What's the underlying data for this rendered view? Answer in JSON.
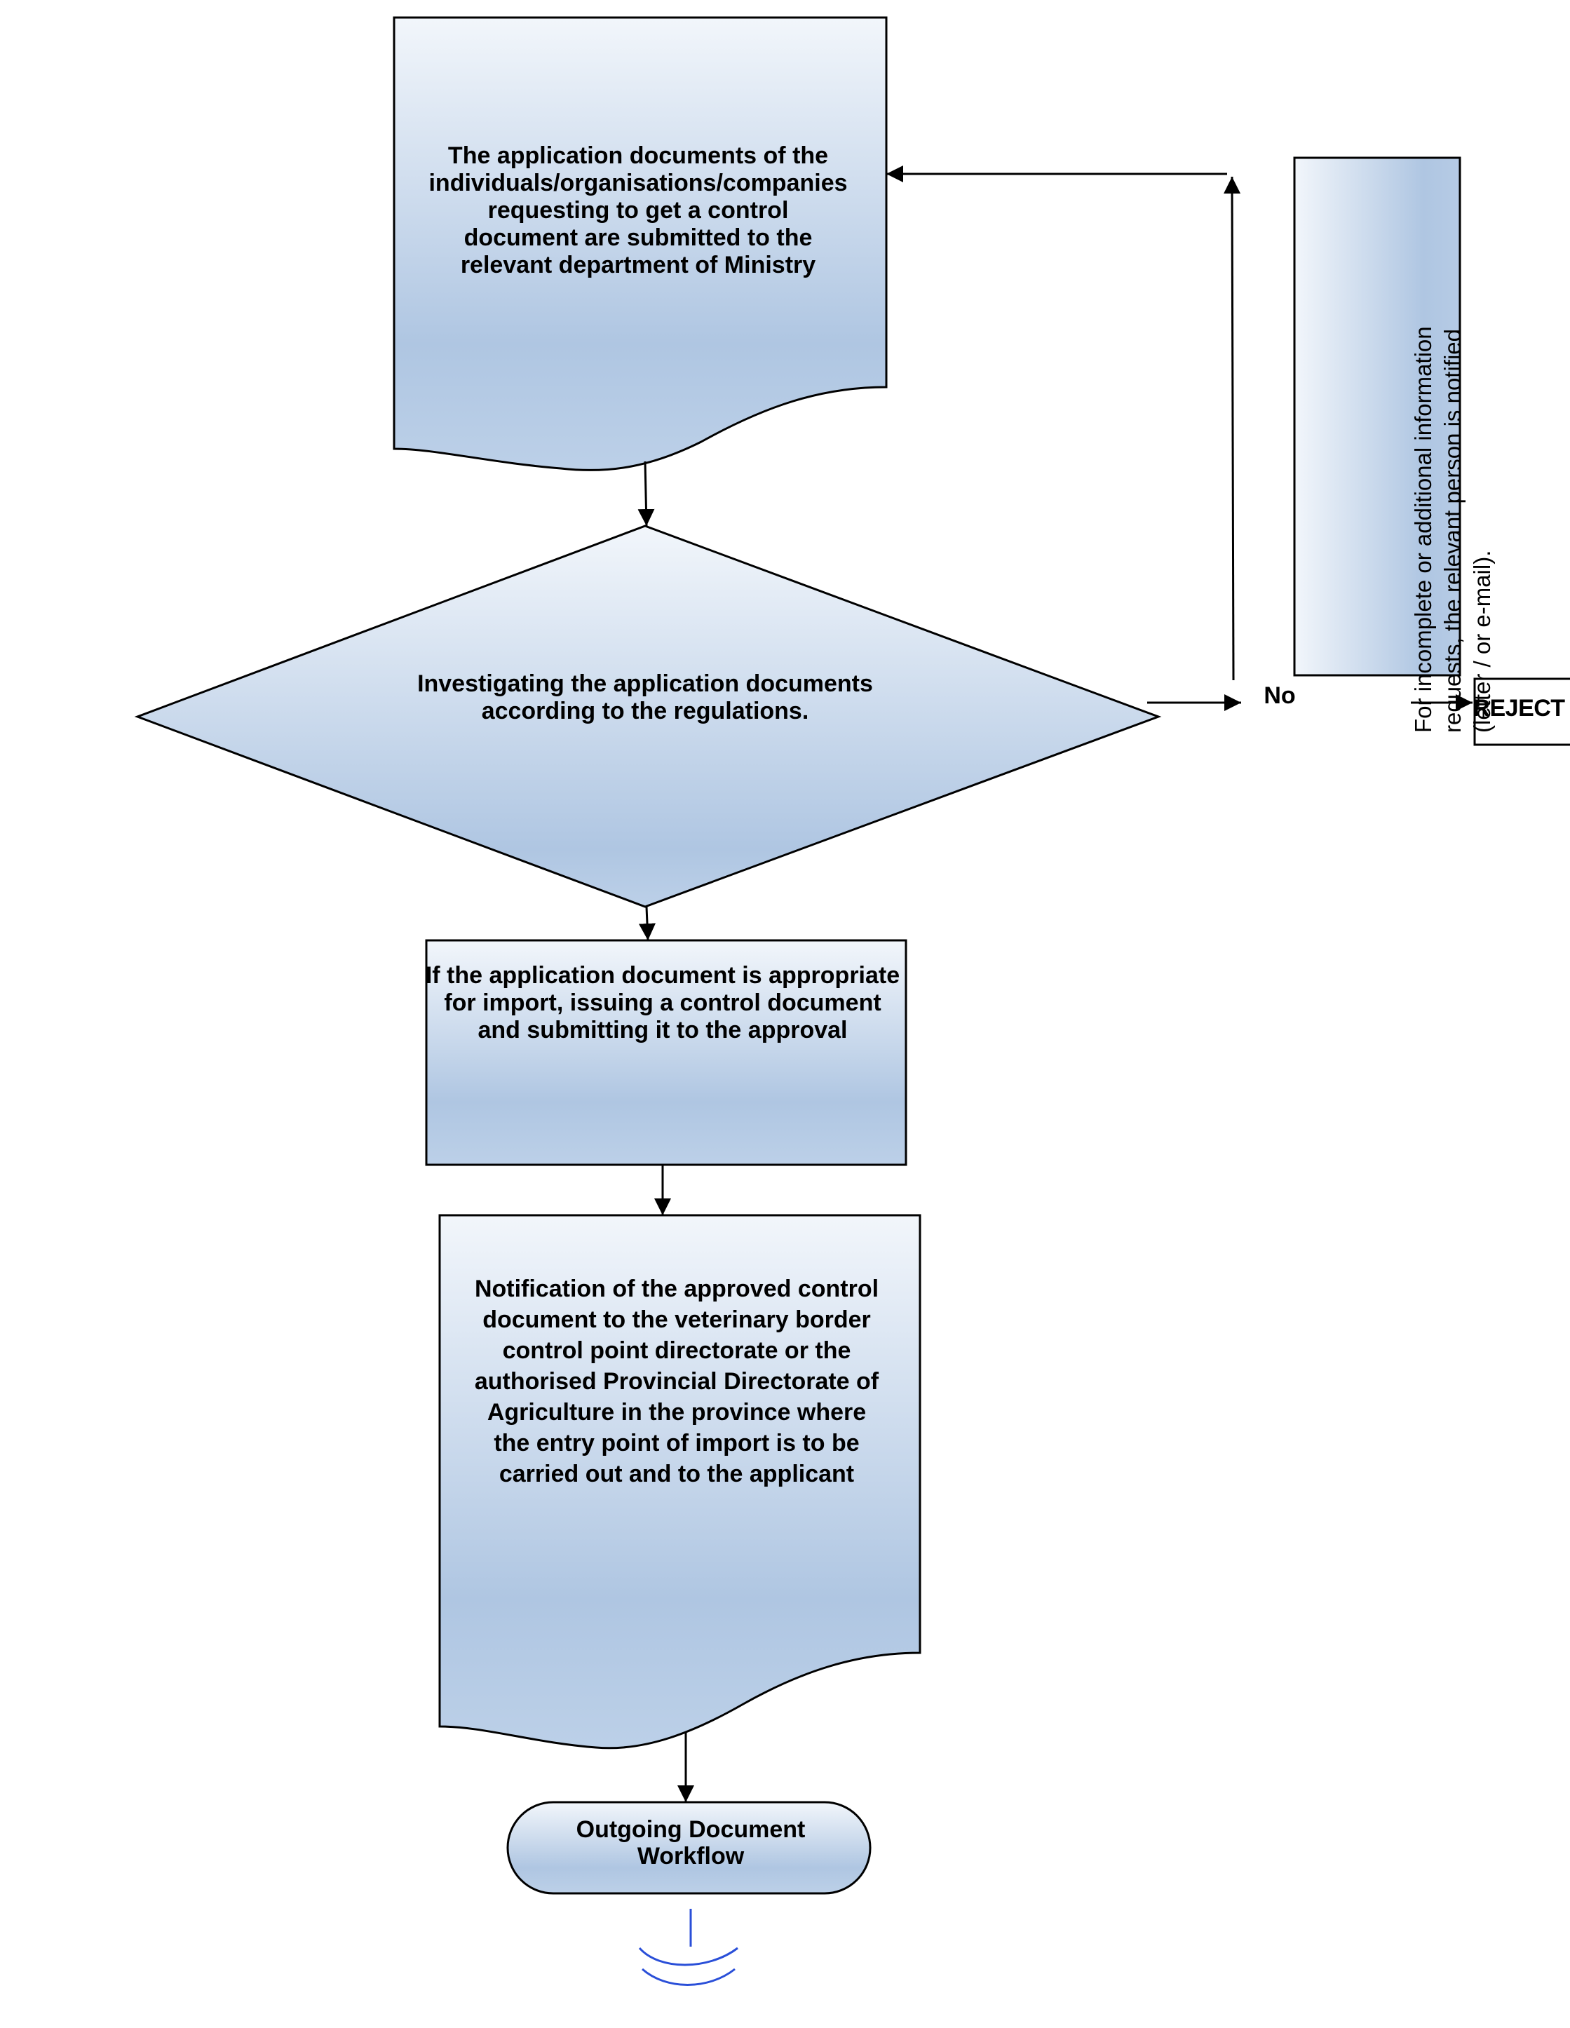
{
  "nodes": {
    "submit_docs": "The application documents of the\nindividuals/organisations/companies\nrequesting  to get a control\ndocument are submitted to the\nrelevant department of Ministry",
    "investigate": "Investigating the application documents\naccording to the regulations.",
    "issue_control": "If the application document is appropriate\nfor import, issuing a control document\nand submitting it to the approval",
    "notification": "Notification of the approved control\ndocument to the veterinary border\ncontrol point directorate or the\nauthorised Provincial Directorate of\nAgriculture in the province where\nthe entry point of import is to be\ncarried out and to the applicant",
    "outgoing": "Outgoing Document\nWorkflow",
    "incomplete_notice": "For incomplete or additional information\nrequests, the relevant person is notified\n(letter / or e-mail).",
    "reject": "REJECT"
  },
  "edges": {
    "no_label": "No"
  },
  "colors": {
    "fill_top": "#f2f6fb",
    "fill_bottom": "#afc6e2",
    "stroke": "#000000",
    "connector_mark": "#2a4fd8"
  }
}
